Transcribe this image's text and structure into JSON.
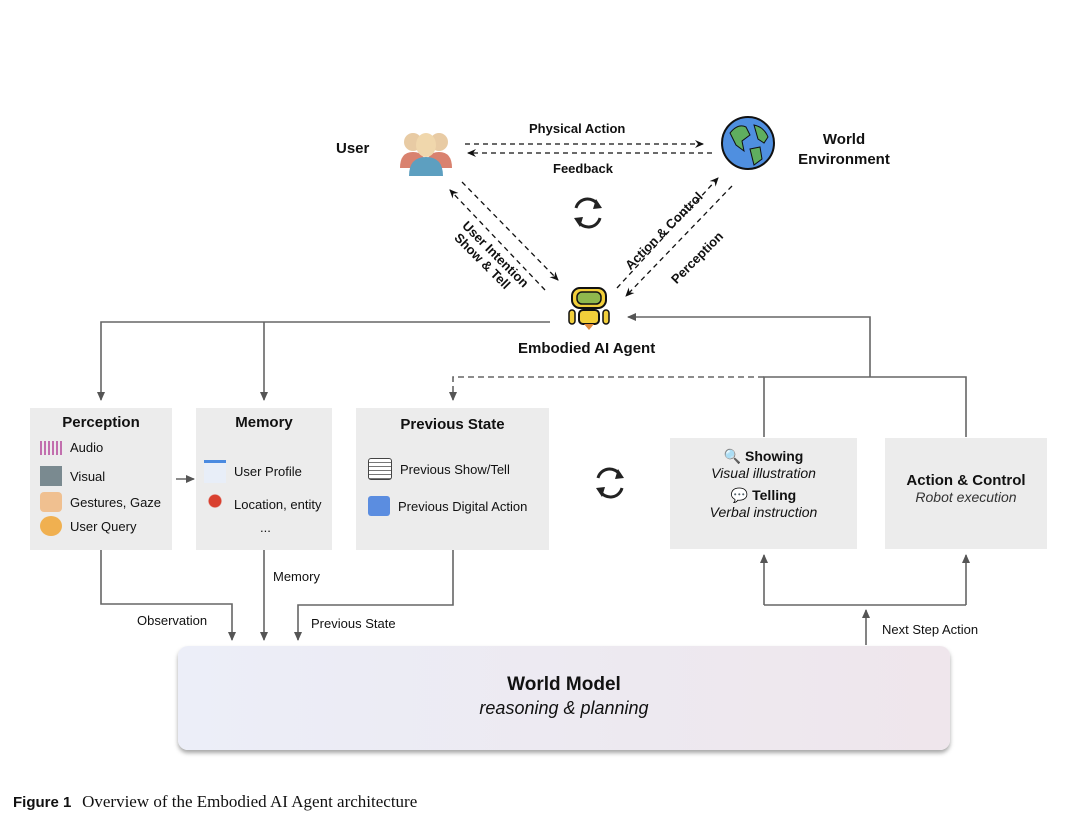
{
  "top": {
    "user_label": "User",
    "world_label_line1": "World",
    "world_label_line2": "Environment",
    "physical_action": "Physical Action",
    "feedback": "Feedback",
    "user_intention": "User Intention",
    "show_tell": "Show & Tell",
    "action_control": "Action & Control",
    "perception": "Perception",
    "agent_label": "Embodied AI Agent"
  },
  "perception_box": {
    "title": "Perception",
    "items": [
      {
        "icon": "audio-wave-icon",
        "label": "Audio"
      },
      {
        "icon": "visual-scene-icon",
        "label": "Visual"
      },
      {
        "icon": "gesture-hand-icon",
        "label": "Gestures, Gaze"
      },
      {
        "icon": "user-query-icon",
        "label": "User Query"
      }
    ]
  },
  "memory_box": {
    "title": "Memory",
    "items": [
      {
        "icon": "user-profile-icon",
        "label": "User Profile"
      },
      {
        "icon": "location-pin-icon",
        "label": "Location, entity"
      },
      {
        "icon": "",
        "label": "..."
      }
    ]
  },
  "previous_state_box": {
    "title": "Previous State",
    "items": [
      {
        "icon": "chat-bubble-icon",
        "label": "Previous Show/Tell"
      },
      {
        "icon": "digital-action-icon",
        "label": "Previous Digital Action"
      }
    ]
  },
  "showing_box": {
    "showing_title": "Showing",
    "showing_sub": "Visual illustration",
    "telling_title": "Telling",
    "telling_sub": "Verbal  instruction"
  },
  "action_box": {
    "title": "Action & Control",
    "sub": "Robot execution"
  },
  "flow_labels": {
    "observation": "Observation",
    "memory": "Memory",
    "previous_state": "Previous State",
    "next_step_action": "Next Step Action"
  },
  "world_model": {
    "title": "World Model",
    "sub": "reasoning & planning"
  },
  "caption": {
    "label": "Figure 1",
    "text": "Overview of the Embodied AI Agent architecture"
  }
}
